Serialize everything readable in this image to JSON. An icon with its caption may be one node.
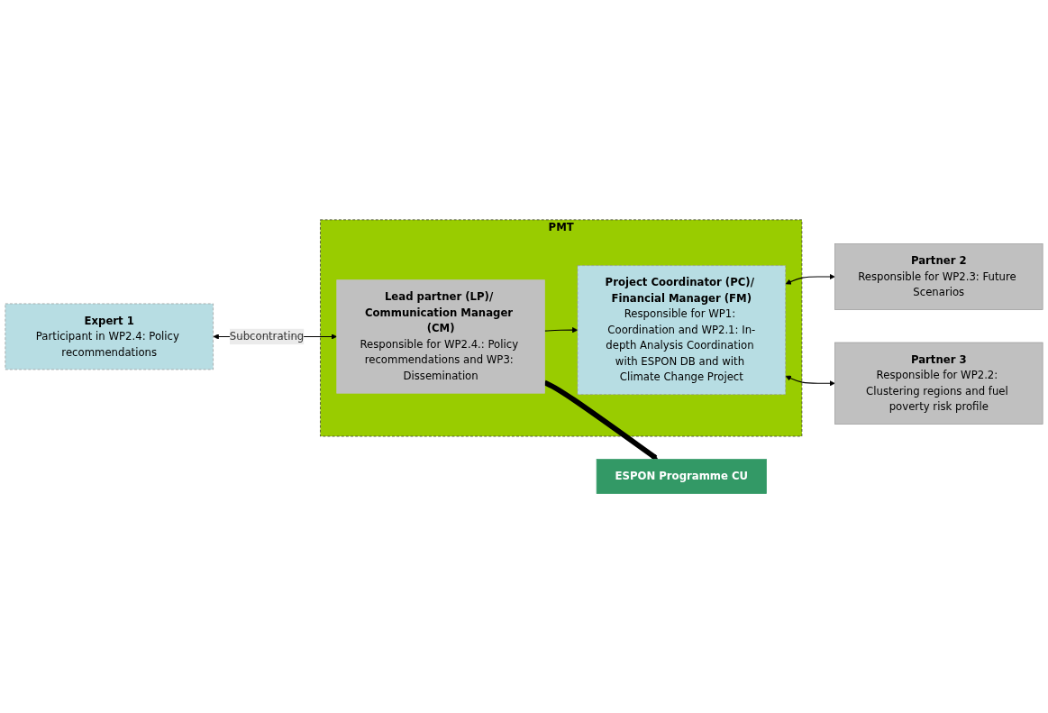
{
  "diagram": {
    "nodes": [
      {
        "text": [
          "PMT"
        ]
      },
      {
        "text": [
          "Expert 1",
          "Participant in WP2.4: Policy recommendations"
        ]
      },
      {
        "text": [
          "Lead partner (LP)/ Communication Manager (CM)",
          "Responsible for WP2.4.: Policy recommendations and WP3: Dissemination"
        ],
        "in": 0
      },
      {
        "text": [
          "ESPON Programme CU"
        ]
      },
      {
        "text": [
          "Project Coordinator (PC)/ Financial Manager (FM)",
          "Responsible for WP1: Coordination and WP2.1: In-depth Analysis Coordination with ESPON DB and with Climate Change Project"
        ],
        "in": 0
      },
      {
        "text": [
          "Partner 2",
          "Responsible for WP2.3: Future Scenarios"
        ]
      },
      {
        "text": [
          "Partner 3",
          "Responsible for WP2.2: Clustering regions and fuel poverty risk profile"
        ]
      }
    ],
    "edges": [
      {
        "from": 1,
        "to": 2,
        "arrow": "both",
        "label": "Subcontrating"
      },
      {
        "from": 2,
        "to": 4,
        "arrow": "to"
      },
      {
        "from": 2,
        "to": 3,
        "arrow": "to",
        "style": "thick"
      },
      {
        "from": 4,
        "to": 5,
        "arrow": "both"
      },
      {
        "from": 4,
        "to": 6,
        "arrow": "both"
      }
    ]
  }
}
